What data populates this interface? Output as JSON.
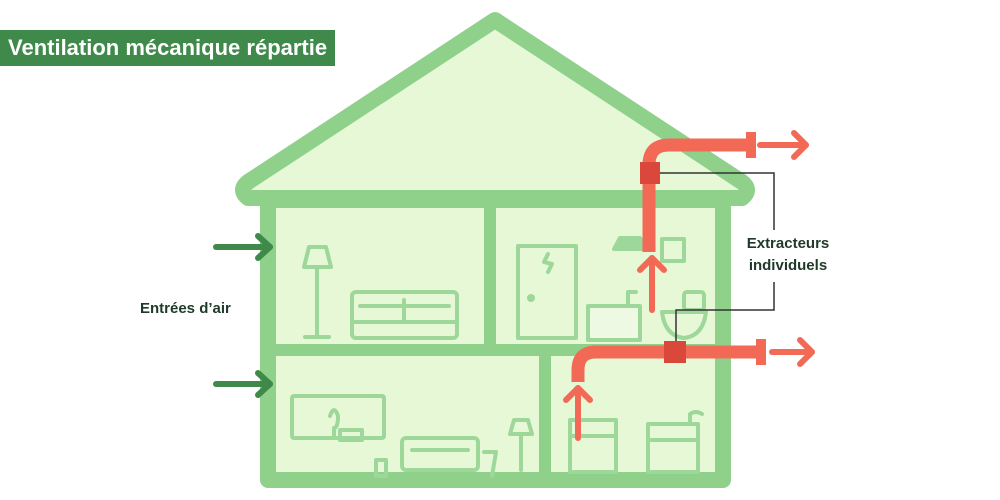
{
  "title": "Ventilation mécanique répartie",
  "labels": {
    "air_inlets": "Entrées d’air",
    "extractors_line1": "Extracteurs",
    "extractors_line2": "individuels"
  },
  "colors": {
    "title_bg": "#3f8a4a",
    "house_outline": "#8fd18a",
    "house_fill": "#e6f8d6",
    "furniture": "#9ed79a",
    "inlet_arrow": "#3f8a4a",
    "duct": "#f26a55",
    "extractor": "#d9483a",
    "callout_line": "#333333"
  },
  "icons": [
    "house-icon",
    "floor-lamp-icon",
    "sofa-icon",
    "door-icon",
    "mirror-icon",
    "ceiling-lamp-icon",
    "sink-icon",
    "toilet-icon",
    "tv-icon",
    "armchair-icon",
    "fridge-icon",
    "oven-icon",
    "kitchen-counter-icon"
  ]
}
